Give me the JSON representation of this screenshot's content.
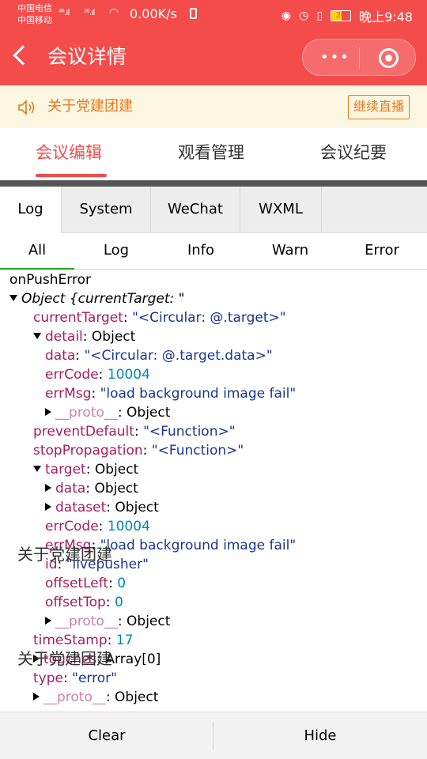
{
  "status_bar": {
    "carrier1": "中国电信",
    "carrier2": "中国移动",
    "signal1": "⁴⁶.ıl",
    "signal2": "²⁶.ıl",
    "net_speed": "0.00K/s",
    "battery": "20",
    "time": "晚上9:48"
  },
  "nav": {
    "title": "会议详情",
    "more_dots": "•••"
  },
  "notice": {
    "text": "关于党建团建",
    "live_button": "继续直播"
  },
  "main_tabs": [
    {
      "label": "会议编辑",
      "active": true
    },
    {
      "label": "观看管理",
      "active": false
    },
    {
      "label": "会议纪要",
      "active": false
    }
  ],
  "console": {
    "tabs": [
      "Log",
      "System",
      "WeChat",
      "WXML"
    ],
    "filters": [
      "All",
      "Log",
      "Info",
      "Warn",
      "Error"
    ],
    "log_title": "onPushError",
    "object_line": {
      "prefix": "Object ",
      "summary": "{currentTarget: \""
    },
    "entries": [
      {
        "key": "currentTarget",
        "value": "\"<Circular: @.target>\""
      },
      {
        "key": "detail",
        "value": "Object"
      },
      {
        "key": "data",
        "value": "\"<Circular: @.target.data>\""
      },
      {
        "key": "errCode",
        "value": "10004"
      },
      {
        "key": "errMsg",
        "value": "\"load background image fail\""
      },
      {
        "key": "__proto__",
        "value": "Object"
      },
      {
        "key": "preventDefault",
        "value": "\"<Function>\""
      },
      {
        "key": "stopPropagation",
        "value": "\"<Function>\""
      },
      {
        "key": "target",
        "value": "Object"
      },
      {
        "key": "data",
        "value": "Object"
      },
      {
        "key": "dataset",
        "value": "Object"
      },
      {
        "key": "errCode",
        "value": "10004"
      },
      {
        "key": "errMsg",
        "value": "\"load background image fail\""
      },
      {
        "key": "id",
        "value": "\"livepusher\""
      },
      {
        "key": "offsetLeft",
        "value": "0"
      },
      {
        "key": "offsetTop",
        "value": "0"
      },
      {
        "key": "__proto__",
        "value": "Object"
      },
      {
        "key": "timeStamp",
        "value": "17"
      },
      {
        "key": "touches",
        "value": "Array[0]"
      },
      {
        "key": "type",
        "value": "\"error\""
      },
      {
        "key": "__proto__",
        "value": "Object"
      }
    ],
    "overlay_text_1": "关于党建团建",
    "overlay_text_2": "关于党建团建",
    "footer": {
      "clear": "Clear",
      "hide": "Hide"
    }
  }
}
